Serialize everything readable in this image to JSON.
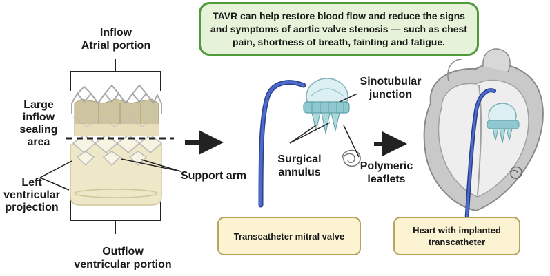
{
  "labels": {
    "inflow": "Inflow",
    "atrial_portion": "Atrial portion",
    "large_inflow_1": "Large",
    "large_inflow_2": "inflow",
    "large_inflow_3": "sealing",
    "large_inflow_4": "area",
    "left_vent_1": "Left",
    "left_vent_2": "ventricular",
    "left_vent_3": "projection",
    "outflow": "Outflow",
    "ventricular_portion": "ventricular portion",
    "support_arm": "Support arm",
    "sinotubular_1": "Sinotubular",
    "sinotubular_2": "junction",
    "surgical_1": "Surgical",
    "surgical_2": "annulus",
    "polymeric_1": "Polymeric",
    "polymeric_2": "leaflets"
  },
  "info_box": {
    "text": "TAVR can help restore blood flow and reduce the signs and symptoms of aortic valve stenosis — such as chest pain, shortness of breath, fainting and fatigue."
  },
  "caption_middle": "Transcatheter mitral valve",
  "caption_right_1": "Heart with implanted",
  "caption_right_2": "transcatheter",
  "colors": {
    "green_border": "#4f9a3a",
    "green_fill": "#e6f3d9",
    "yellow_fill": "#fbf3d2",
    "catheter_blue": "#3b57b0",
    "valve_tan": "#cdc4a0",
    "valve_cream": "#efe8c8",
    "valve_teal": "#8fc9cf"
  }
}
